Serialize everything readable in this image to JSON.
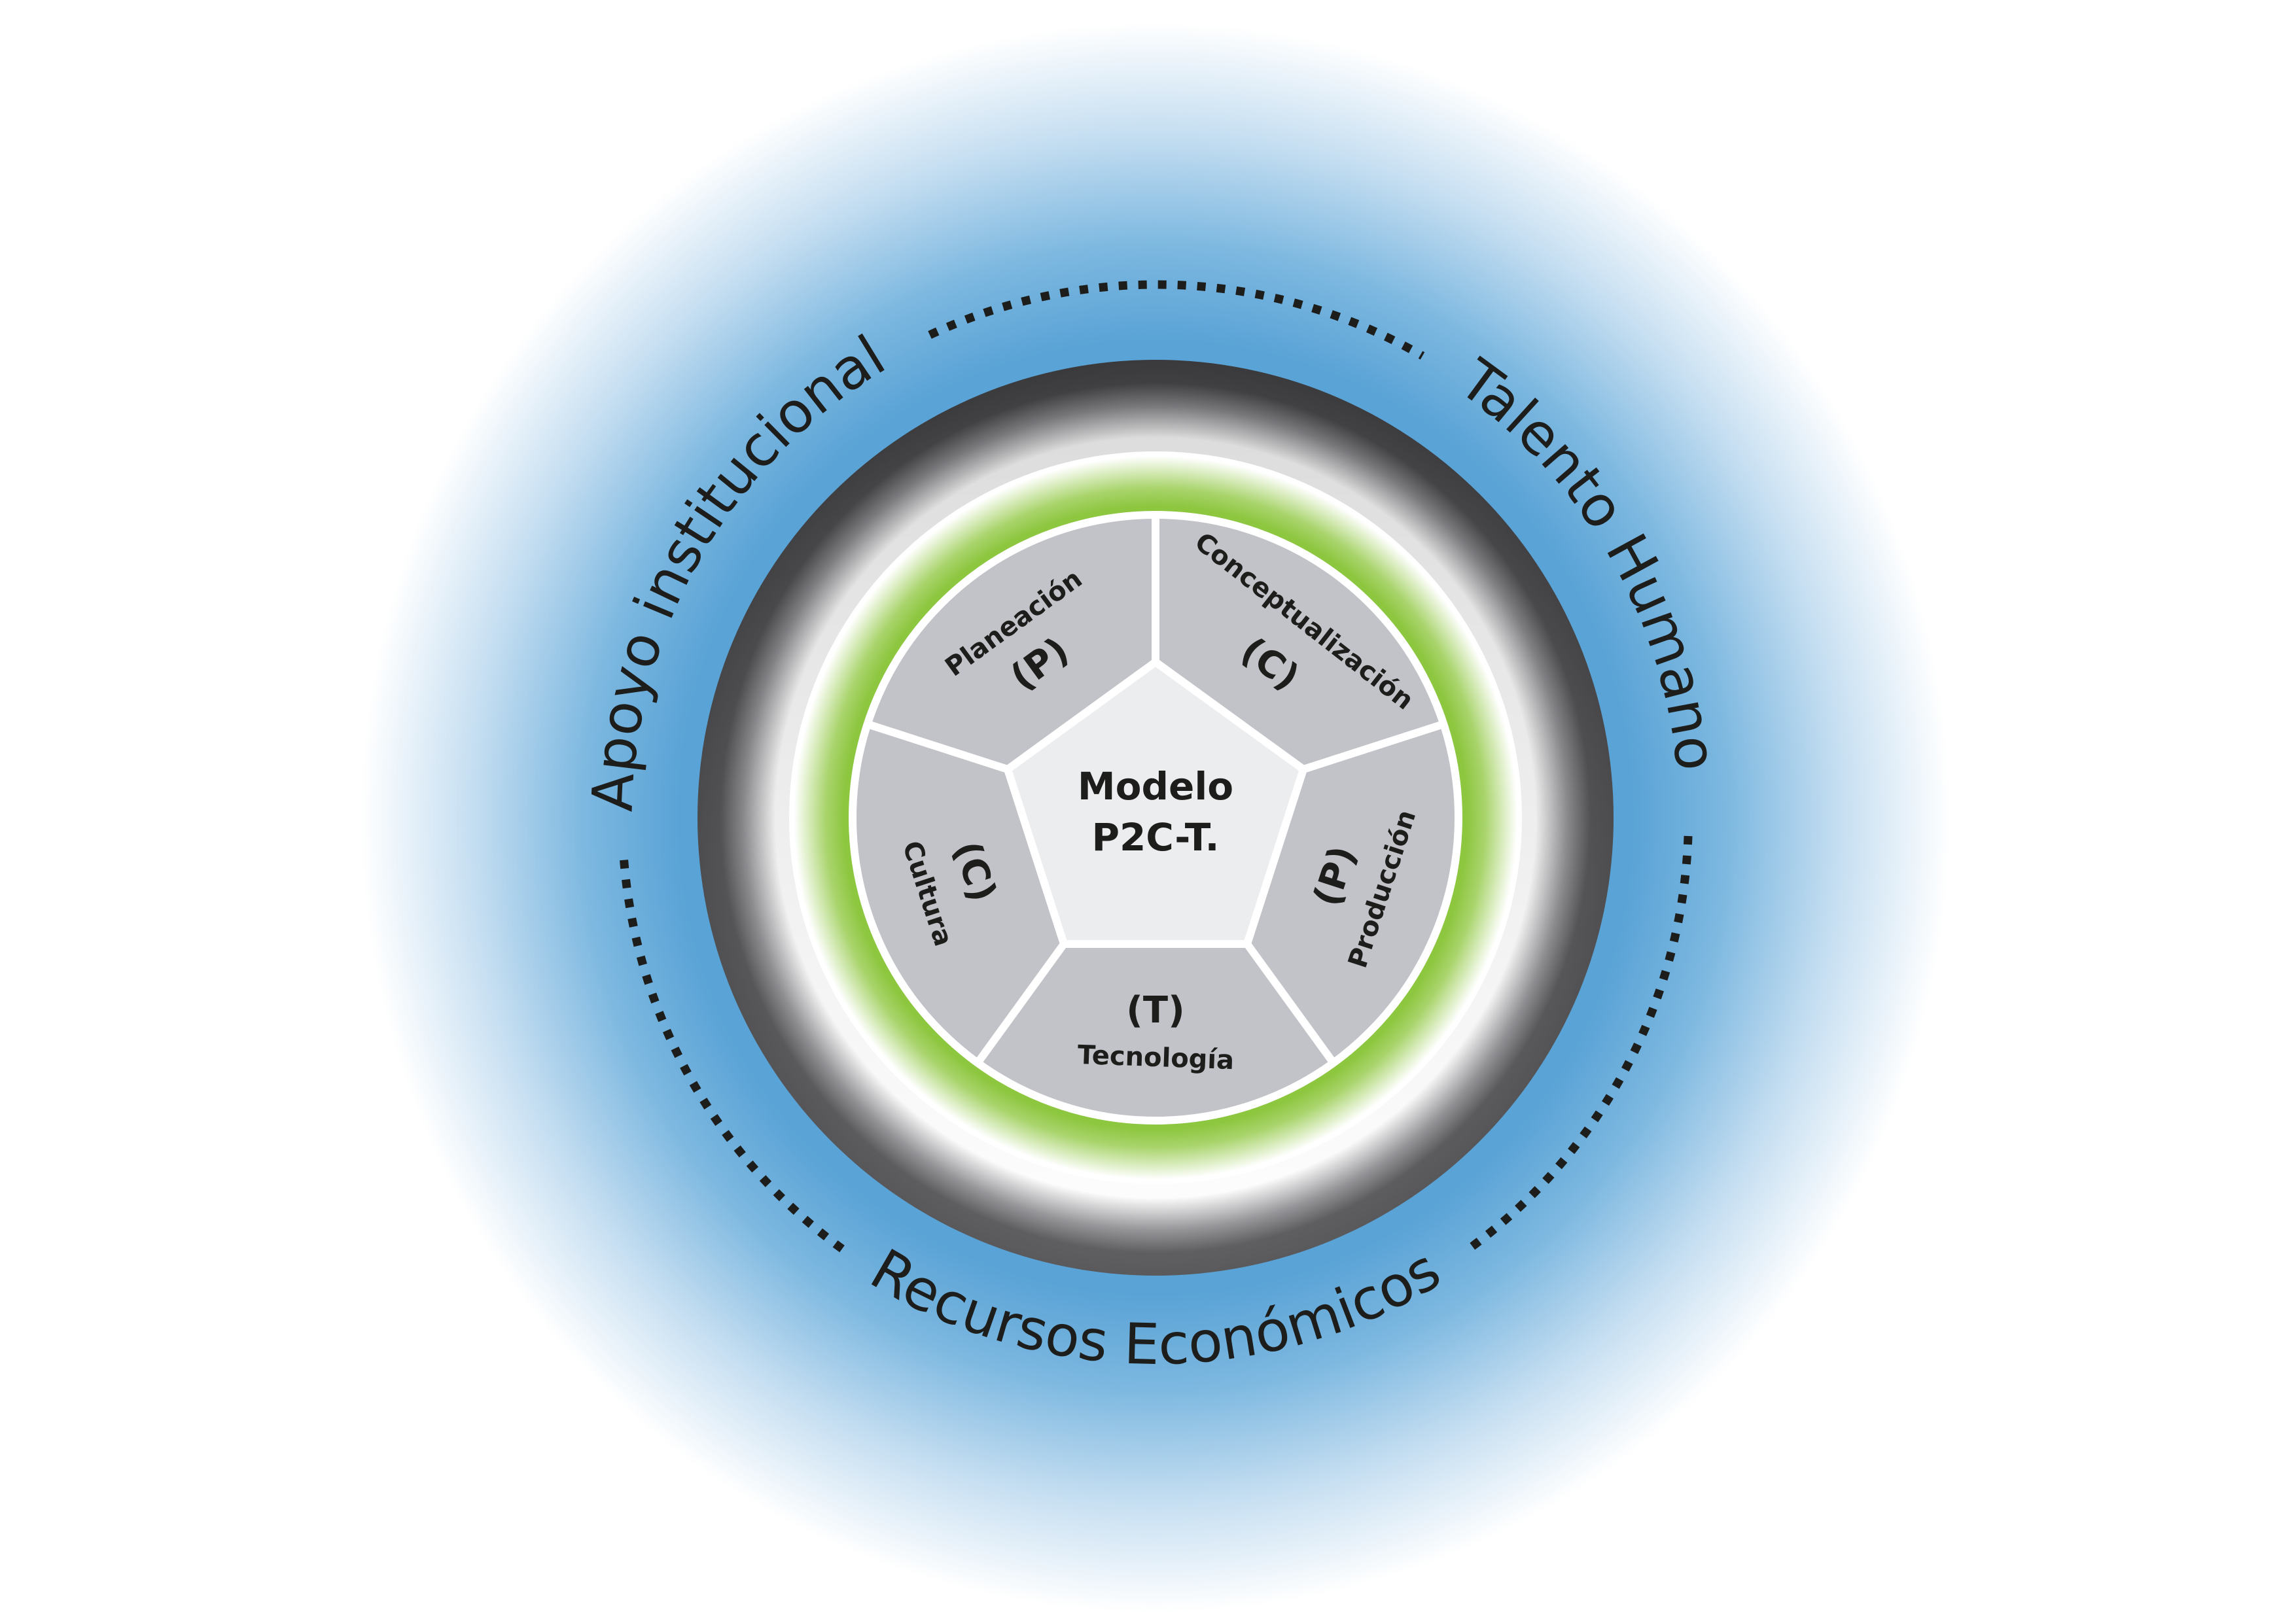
{
  "colors": {
    "halo_blue": "#5aa3d6",
    "dark_ring": "#3f3e40",
    "green_glow": "#8dc63f",
    "segment_gray": "#c2c3c8",
    "center_fill": "#ecedef",
    "text": "#1d1d1b"
  },
  "center": {
    "line1": "Modelo",
    "line2": "P2C-T."
  },
  "segments": [
    {
      "label": "Planeación",
      "letter": "(P)"
    },
    {
      "label": "Conceptualización",
      "letter": "(C)"
    },
    {
      "label": "Producción",
      "letter": "(P)"
    },
    {
      "label": "Tecnología",
      "letter": "(T)"
    },
    {
      "label": "Cultura",
      "letter": "(C)"
    }
  ],
  "outer_labels": {
    "top_left": "Apoyo institucional",
    "top_right": "Talento Humano",
    "bottom": "Recursos Económicos"
  }
}
